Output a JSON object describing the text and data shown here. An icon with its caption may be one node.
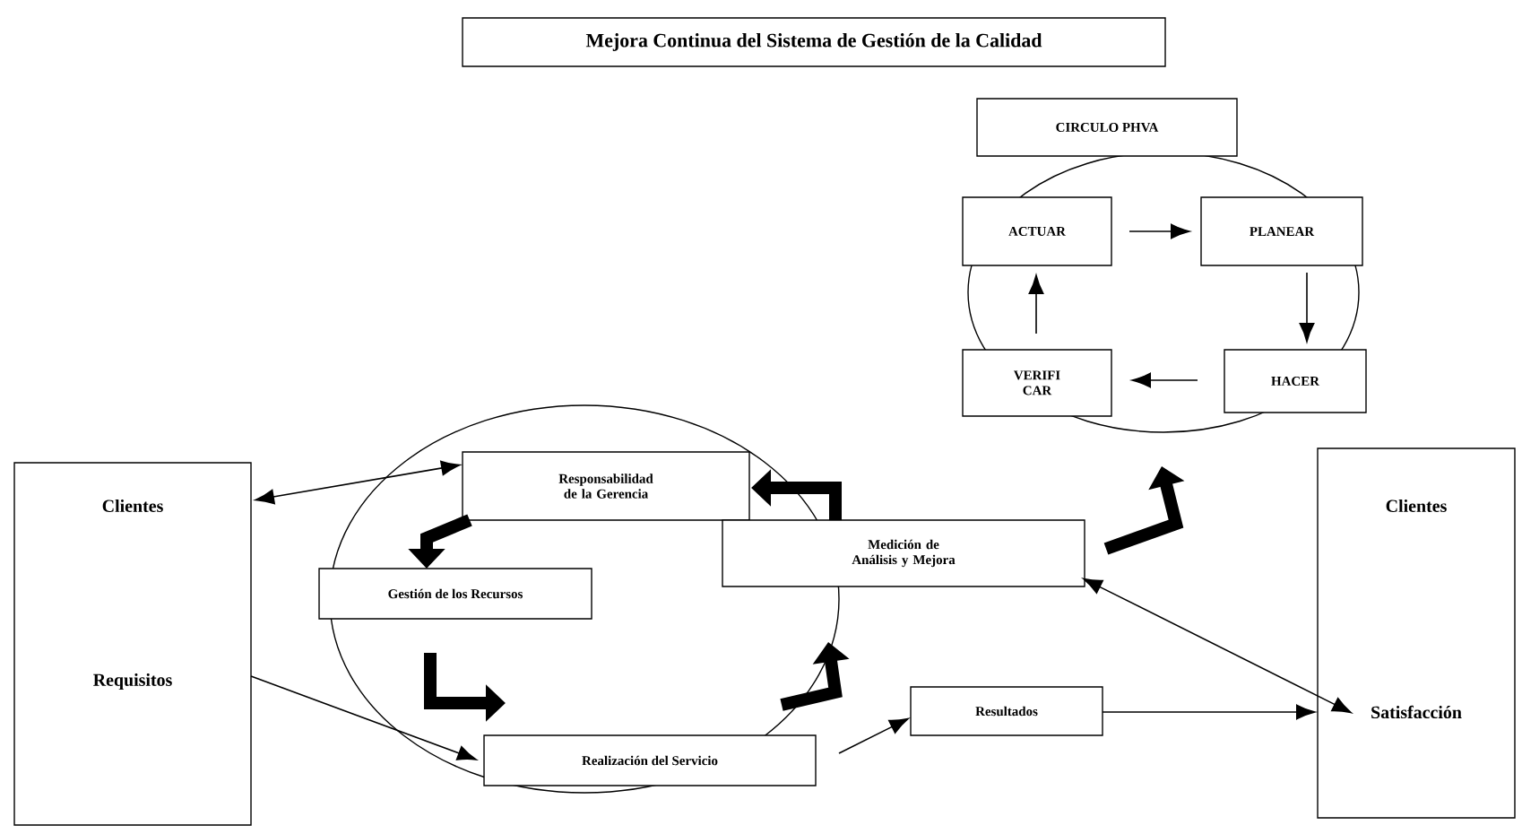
{
  "diagram": {
    "title": "Mejora Continua del Sistema de Gestión de la Calidad",
    "nodes": [
      {
        "text": [
          "CIRCULO PHVA"
        ]
      },
      {
        "text": [
          "ACTUAR"
        ]
      },
      {
        "text": [
          "PLANEAR"
        ]
      },
      {
        "text": [
          "VERIFI CAR"
        ]
      },
      {
        "text": [
          "HACER"
        ]
      },
      {
        "text": [
          "Clientes",
          "Requisitos"
        ]
      },
      {
        "text": [
          "Responsabilidad de la Gerencia"
        ]
      },
      {
        "text": [
          "Gestión de los Recursos"
        ]
      },
      {
        "text": [
          "Medición de Análisis y Mejora"
        ]
      },
      {
        "text": [
          "Realización del Servicio"
        ]
      },
      {
        "text": [
          "Resultados"
        ]
      },
      {
        "text": [
          "Clientes",
          "Satisfacción"
        ]
      }
    ],
    "edges": [
      {
        "from": 1,
        "to": 2,
        "arrow": "to"
      },
      {
        "from": 2,
        "to": 4,
        "arrow": "to"
      },
      {
        "from": 4,
        "to": 3,
        "arrow": "to"
      },
      {
        "from": 3,
        "to": 1,
        "arrow": "to"
      },
      {
        "from": 6,
        "to": 5,
        "arrow": "both"
      },
      {
        "from": 5,
        "to": 9,
        "arrow": "to"
      },
      {
        "from": 9,
        "to": 10,
        "arrow": "to"
      },
      {
        "from": 10,
        "to": 11,
        "arrow": "to"
      },
      {
        "from": 8,
        "to": 11,
        "arrow": "both"
      },
      {
        "from": 6,
        "to": 7,
        "arrow": "to",
        "style": "thick"
      },
      {
        "from": 7,
        "to": 9,
        "arrow": "to",
        "style": "thick"
      },
      {
        "from": 9,
        "to": 8,
        "arrow": "to",
        "style": "thick"
      },
      {
        "from": 8,
        "to": 6,
        "arrow": "to",
        "style": "thick"
      },
      {
        "from": 8,
        "to": null,
        "arrow": "to",
        "style": "thick"
      }
    ]
  }
}
